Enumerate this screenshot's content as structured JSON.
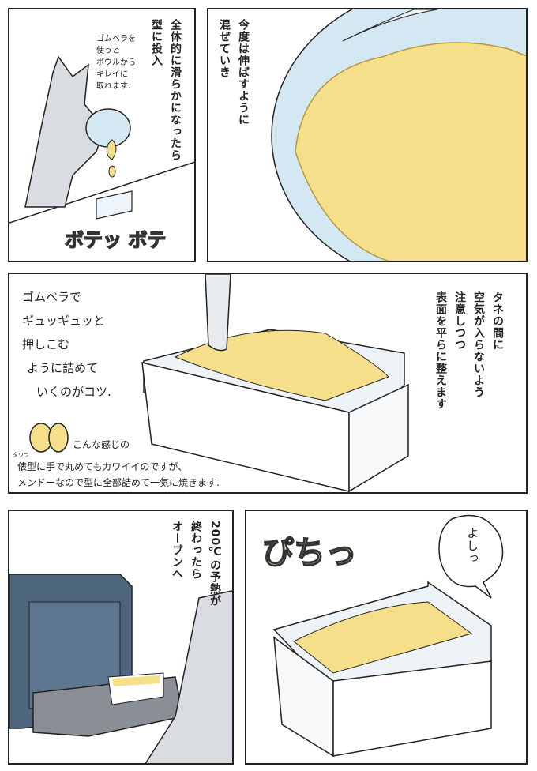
{
  "panels": [
    {
      "narration": [
        "全体的に滑らかになったら",
        "型に投入"
      ],
      "note": [
        "ゴムベラを",
        "使うと",
        "ボウルから",
        "キレイに",
        "取れます."
      ],
      "sfx": "ボテッ ボテ"
    },
    {
      "narration": [
        "今度は伸ばすように",
        "混ぜていき"
      ]
    },
    {
      "narration": [
        "タネの間に",
        "空気が入らないよう",
        "注意しつつ",
        "表面を平らに整えます"
      ],
      "note": [
        "ゴムベラで",
        "ギュッギュッと",
        "押しこむ",
        "ように詰めて",
        "いくのがコツ."
      ],
      "aside_ruby": "タワラ",
      "aside": [
        "こんな感じの",
        "俵型に手で丸めてもカワイイのですが、",
        "メンドーなので型に全部詰めて一気に焼きます."
      ]
    },
    {
      "narration": [
        "200℃の予熱が",
        "終わったら",
        "オーブンへ"
      ]
    },
    {
      "sfx": "ぴちっ",
      "speech": "よしっ"
    }
  ],
  "colors": {
    "batter": "#f5df8a",
    "bowl": "#d3e8f3",
    "oven": "#4d667d",
    "tray": "#8a8f95",
    "fox": "#d9dde2",
    "ink": "#222222"
  }
}
